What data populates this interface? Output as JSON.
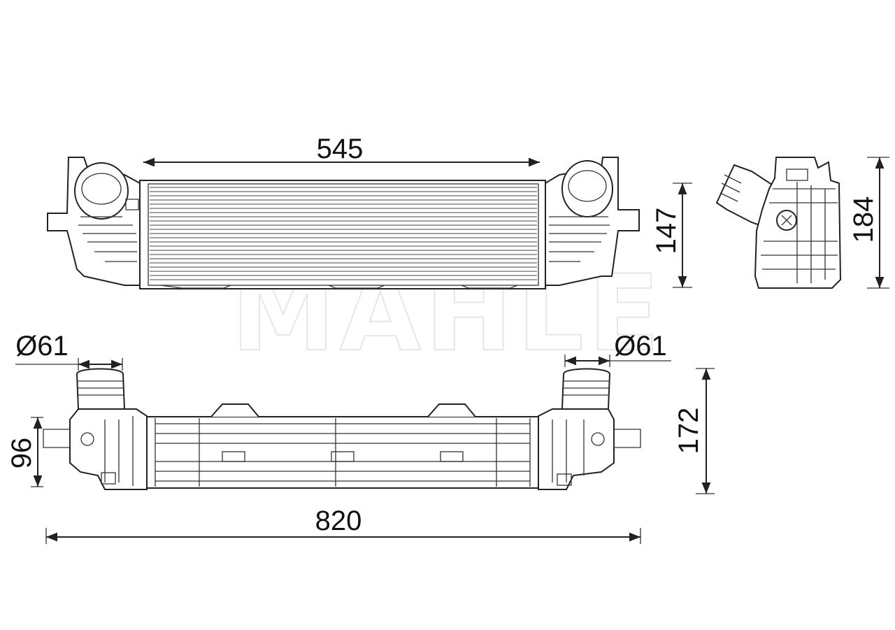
{
  "watermark": "MAHLE",
  "dimensions": {
    "core_width": "545",
    "core_height": "147",
    "side_height": "184",
    "inlet_diameter_left": "Ø61",
    "inlet_diameter_right": "Ø61",
    "outlet_height": "96",
    "bottom_height": "172",
    "overall_length": "820"
  }
}
